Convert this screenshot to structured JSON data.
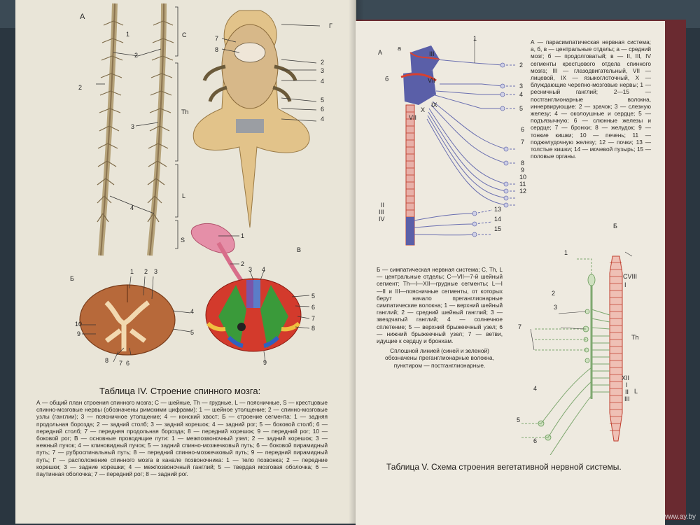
{
  "left_page": {
    "labels": {
      "A": "А",
      "C": "C",
      "Th": "Th",
      "L": "L",
      "S": "S",
      "G": "Г",
      "V": "В",
      "B": "Б",
      "n1": "1",
      "n2": "2",
      "n3": "3",
      "n4": "4",
      "n5": "5",
      "n6": "6",
      "n7": "7",
      "n8": "8",
      "n9": "9",
      "n10": "10"
    },
    "table_title": "Таблица IV. Строение спинного мозга:",
    "caption": [
      "А — общий план строения спинного мозга; С — шейные, Th — грудные, L — поясничные, S — крестцовые спинно-мозговые нервы (обозначены римскими цифрами): 1 — шейное утолщение; 2 — спинно-мозговые узлы (ганглии); 3 — поясничное утолщение; 4 — конский хвост; Б — строение сегмента: 1 — задняя продольная борозда; 2 — задний столб; 3 — задний корешок; 4 — задний рог; 5 — боковой столб; 6 — передний столб; 7 — передняя продольная борозда; 8 — передний корешок; 9 — передний рог; 10 — боковой рог; В — основные проводящие пути: 1 — межпозвоночный узел; 2 — задний корешок; 3 — нежный пучок; 4 — клиновидный пучок; 5 — задний спинно-мозжечковый путь; 6 — боковой пирамидный путь; 7 — руброспинальный путь; 8 — передний спинно-мозжечковый путь; 9 — передний пирамидный путь; Г — расположение спинного мозга в канале позвоночника: 1 — тело позвонка; 2 — передние корешки; 3 — задние корешки; 4 — межпозвоночный ганглий; 5 — твердая мозговая оболочка; 6 — паутинная оболочка; 7 — передний рог; 8 — задний рог."
    ]
  },
  "right_page": {
    "labels": {
      "A": "А",
      "a": "а",
      "b": "б",
      "III": "III",
      "VII": "VII",
      "IX": "IX",
      "X": "X",
      "II": "II",
      "IV": "IV",
      "B": "Б",
      "CVIII": "CVIII",
      "I": "I",
      "Th": "Th",
      "XII": "XII",
      "L": "L",
      "r1": "1",
      "r2": "2",
      "r3": "3",
      "r4": "4",
      "r5": "5",
      "r6": "6",
      "r7": "7",
      "r8": "8",
      "r9": "9",
      "r10": "10",
      "r11": "11",
      "r12": "12",
      "r13": "13",
      "r14": "14",
      "r15": "15"
    },
    "legend_a": "А — парасимпатическая нервная система; а, б, в — центральные отделы; а — средний мозг; б — продолговатый; в — II, III, IV сегменты крестцового отдела спинного мозга; III — глазодвигательный, VII — лицевой, IX — языкоглоточный, X — блуждающие черепно-мозговые нервы; 1 — ресничный ганглий; 2—15 — постганглионарные волокна, иннервирующие: 2 — зрачок; 3 — слезную железу; 4 — околоушные и сердце; 5 — подъязычную; 6 — слюнные железы и сердце; 7 — бронхи; 8 — желудок; 9 — тонкие кишки; 10 — печень; 11 — поджелудочную железу; 12 — почки; 13 — толстые кишки; 14 — мочевой пузырь; 15 — половые органы.",
    "legend_b": "Б — симпатическая нервная система; С, Th, L — центральные отделы; С—VII—7-й шейный сегмент; Th—I—XII—грудные сегменты; L—I—II и III—поясничные сегменты, от которых берут начало преганглионарные симпатические волокна; 1 — верхний шейный ганглий; 2 — средний шейный ганглий; 3 — звездчатый ганглий; 4 — солнечное сплетение; 5 — верхний брыжеечный узел; 6 — нижний брыжеечный узел; 7 — ветви, идущие к сердцу и бронхам.",
    "legend_c": "Сплошной линией (синей и зеленой) обозначены преганглионарные волокна, пунктиром — постганглионарные.",
    "table_title": "Таблица V. Схема строения вегетативной нервной системы."
  },
  "watermark": "www.ay.by"
}
